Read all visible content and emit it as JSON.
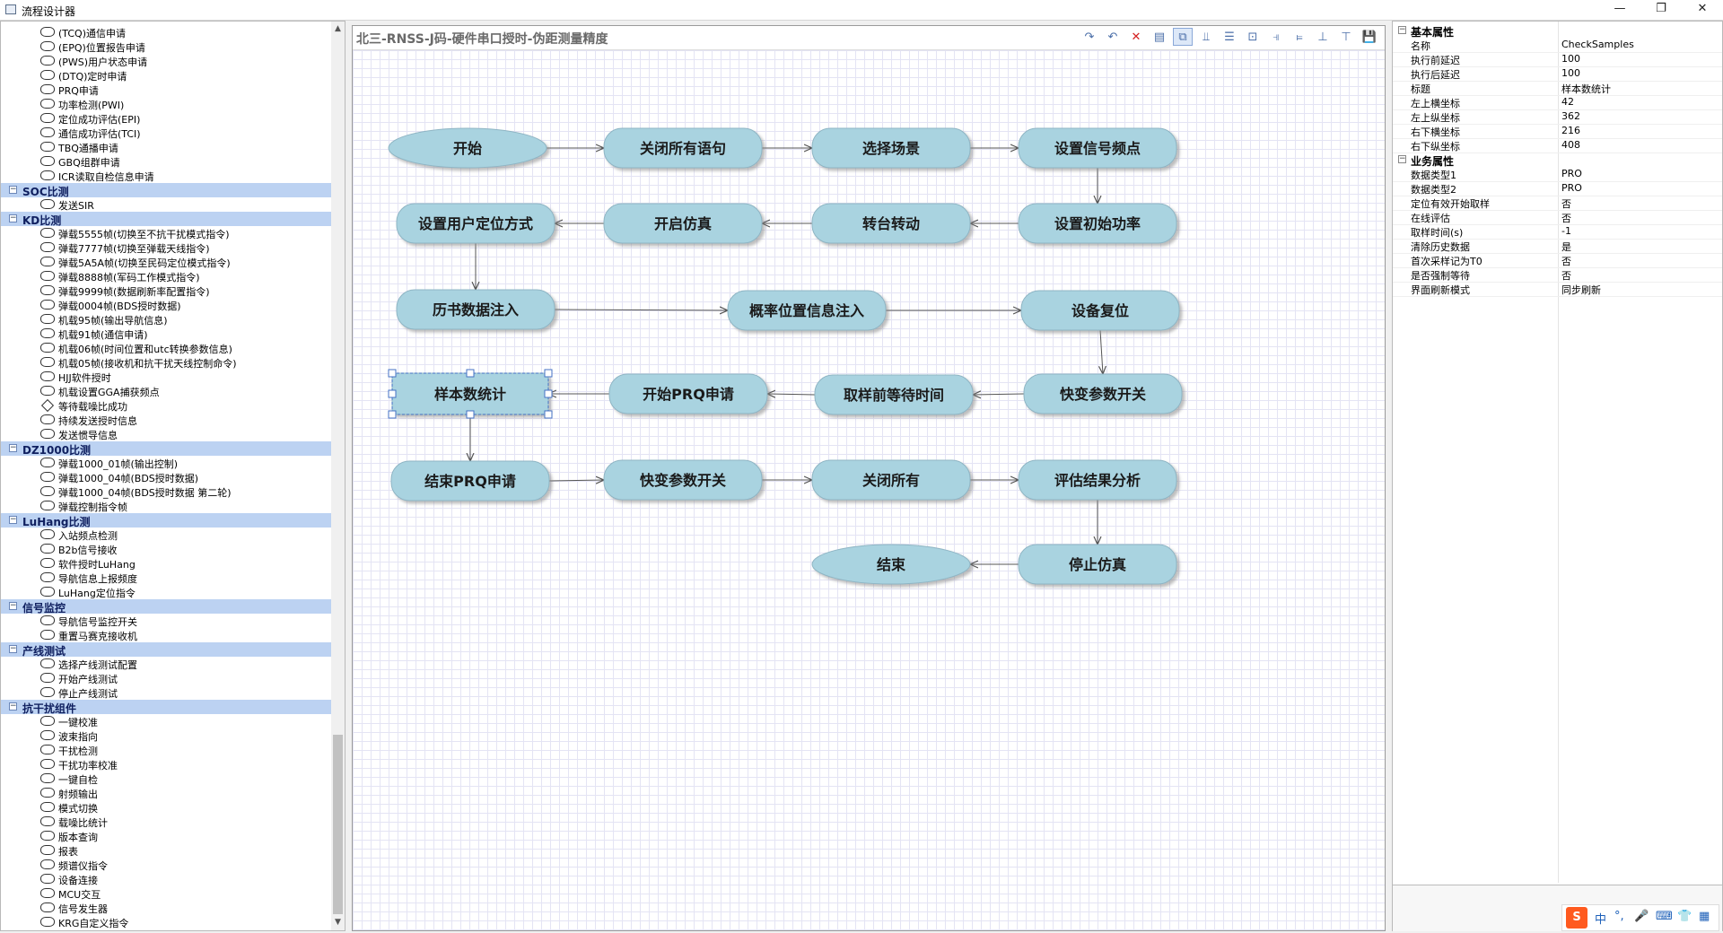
{
  "window": {
    "title": "流程设计器",
    "buttons": {
      "minimize": "—",
      "restore": "❐",
      "close": "✕"
    }
  },
  "tree": {
    "groups": [
      {
        "label": null,
        "items": [
          {
            "label": "(TCQ)通信申请"
          },
          {
            "label": "(EPQ)位置报告申请"
          },
          {
            "label": "(PWS)用户状态申请"
          },
          {
            "label": "(DTQ)定时申请"
          },
          {
            "label": "PRQ申请"
          },
          {
            "label": "功率检测(PWI)"
          },
          {
            "label": "定位成功评估(EPI)"
          },
          {
            "label": "通信成功评估(TCI)"
          },
          {
            "label": "TBQ通播申请"
          },
          {
            "label": "GBQ组群申请"
          },
          {
            "label": "ICR读取自检信息申请"
          }
        ]
      },
      {
        "label": "SOC比测",
        "items": [
          {
            "label": "发送SIR"
          }
        ]
      },
      {
        "label": "KD比测",
        "items": [
          {
            "label": "弹载5555帧(切换至不抗干扰模式指令)"
          },
          {
            "label": "弹载7777帧(切换至弹载天线指令)"
          },
          {
            "label": "弹载5A5A帧(切换至民码定位模式指令)"
          },
          {
            "label": "弹载8888帧(军码工作模式指令)"
          },
          {
            "label": "弹载9999帧(数据刷新率配置指令)"
          },
          {
            "label": "弹载0004帧(BDS授时数据)"
          },
          {
            "label": "机载95帧(输出导航信息)"
          },
          {
            "label": "机载91帧(通信申请)"
          },
          {
            "label": "机载06帧(时间位置和utc转换参数信息)"
          },
          {
            "label": "机载05帧(接收机和抗干扰天线控制命令)"
          },
          {
            "label": "HJJ软件授时"
          },
          {
            "label": "机载设置GGA捕获频点"
          },
          {
            "label": "等待载噪比成功",
            "diamond": true
          },
          {
            "label": "持续发送授时信息"
          },
          {
            "label": "发送惯导信息"
          }
        ]
      },
      {
        "label": "DZ1000比测",
        "items": [
          {
            "label": "弹载1000_01帧(输出控制)"
          },
          {
            "label": "弹载1000_04帧(BDS授时数据)"
          },
          {
            "label": "弹载1000_04帧(BDS授时数据 第二轮)"
          },
          {
            "label": "弹载控制指令帧"
          }
        ]
      },
      {
        "label": "LuHang比测",
        "items": [
          {
            "label": "入站频点检测"
          },
          {
            "label": "B2b信号接收"
          },
          {
            "label": "软件授时LuHang"
          },
          {
            "label": "导航信息上报频度"
          },
          {
            "label": "LuHang定位指令"
          }
        ]
      },
      {
        "label": "信号监控",
        "items": [
          {
            "label": "导航信号监控开关"
          },
          {
            "label": "重置马赛克接收机"
          }
        ]
      },
      {
        "label": "产线测试",
        "items": [
          {
            "label": "选择产线测试配置"
          },
          {
            "label": "开始产线测试"
          },
          {
            "label": "停止产线测试"
          }
        ]
      },
      {
        "label": "抗干扰组件",
        "items": [
          {
            "label": "一键校准"
          },
          {
            "label": "波束指向"
          },
          {
            "label": "干扰检测"
          },
          {
            "label": "干扰功率校准"
          },
          {
            "label": "一键自检"
          },
          {
            "label": "射频输出"
          },
          {
            "label": "模式切换"
          },
          {
            "label": "载噪比统计"
          },
          {
            "label": "版本查询"
          },
          {
            "label": "报表"
          },
          {
            "label": "频谱仪指令"
          },
          {
            "label": "设备连接"
          },
          {
            "label": "MCU交互"
          },
          {
            "label": "信号发生器"
          },
          {
            "label": "KRG自定义指令"
          }
        ]
      }
    ]
  },
  "canvas": {
    "title": "北三-RNSS-J码-硬件串口授时-伪距测量精度",
    "toolbar": [
      {
        "icon": "redo-icon",
        "glyph": "↷"
      },
      {
        "icon": "undo-icon",
        "glyph": "↶"
      },
      {
        "icon": "delete-icon",
        "glyph": "✕",
        "color": "#d42020"
      },
      {
        "icon": "paste-icon",
        "glyph": "▤"
      },
      {
        "icon": "copy-icon",
        "glyph": "⧉",
        "selected": true
      },
      {
        "icon": "align-top-icon",
        "glyph": "⫫"
      },
      {
        "icon": "align-middle-icon",
        "glyph": "☰"
      },
      {
        "icon": "fit-icon",
        "glyph": "⊡"
      },
      {
        "icon": "align-right-icon",
        "glyph": "⫣"
      },
      {
        "icon": "align-left-icon",
        "glyph": "⫢"
      },
      {
        "icon": "align-bottom-icon",
        "glyph": "⊥"
      },
      {
        "icon": "align-top2-icon",
        "glyph": "⊤"
      },
      {
        "icon": "save-icon",
        "glyph": "💾"
      }
    ],
    "nodes": [
      {
        "id": "start",
        "label": "开始",
        "shape": "ellipse"
      },
      {
        "id": "close_all_stmt",
        "label": "关闭所有语句",
        "shape": "round"
      },
      {
        "id": "select_scene",
        "label": "选择场景",
        "shape": "round"
      },
      {
        "id": "set_freq",
        "label": "设置信号频点",
        "shape": "round"
      },
      {
        "id": "set_user_mode",
        "label": "设置用户定位方式",
        "shape": "round"
      },
      {
        "id": "start_sim",
        "label": "开启仿真",
        "shape": "round"
      },
      {
        "id": "turntable",
        "label": "转台转动",
        "shape": "round"
      },
      {
        "id": "set_power",
        "label": "设置初始功率",
        "shape": "round"
      },
      {
        "id": "ephemeris",
        "label": "历书数据注入",
        "shape": "round"
      },
      {
        "id": "prob_pos",
        "label": "概率位置信息注入",
        "shape": "round"
      },
      {
        "id": "reset",
        "label": "设备复位",
        "shape": "round"
      },
      {
        "id": "samples",
        "label": "样本数统计",
        "shape": "rect",
        "selected": true
      },
      {
        "id": "start_prq",
        "label": "开始PRQ申请",
        "shape": "round"
      },
      {
        "id": "wait_time",
        "label": "取样前等待时间",
        "shape": "round"
      },
      {
        "id": "fast_param1",
        "label": "快变参数开关",
        "shape": "round"
      },
      {
        "id": "end_prq",
        "label": "结束PRQ申请",
        "shape": "round"
      },
      {
        "id": "fast_param2",
        "label": "快变参数开关",
        "shape": "round"
      },
      {
        "id": "close_all",
        "label": "关闭所有",
        "shape": "round"
      },
      {
        "id": "eval",
        "label": "评估结果分析",
        "shape": "round"
      },
      {
        "id": "end",
        "label": "结束",
        "shape": "ellipse"
      },
      {
        "id": "stop_sim",
        "label": "停止仿真",
        "shape": "round"
      }
    ]
  },
  "properties": {
    "categories": [
      {
        "label": "基本属性",
        "rows": [
          {
            "key": "名称",
            "value": "CheckSamples"
          },
          {
            "key": "执行前延迟",
            "value": "100"
          },
          {
            "key": "执行后延迟",
            "value": "100"
          },
          {
            "key": "标题",
            "value": "样本数统计"
          },
          {
            "key": "左上横坐标",
            "value": "42"
          },
          {
            "key": "左上纵坐标",
            "value": "362"
          },
          {
            "key": "右下横坐标",
            "value": "216"
          },
          {
            "key": "右下纵坐标",
            "value": "408"
          }
        ]
      },
      {
        "label": "业务属性",
        "rows": [
          {
            "key": "数据类型1",
            "value": "PRO"
          },
          {
            "key": "数据类型2",
            "value": "PRO"
          },
          {
            "key": "定位有效开始取样",
            "value": "否"
          },
          {
            "key": "在线评估",
            "value": "否"
          },
          {
            "key": "取样时间(s)",
            "value": "-1"
          },
          {
            "key": "清除历史数据",
            "value": "是"
          },
          {
            "key": "首次采样记为T0",
            "value": "否"
          },
          {
            "key": "是否强制等待",
            "value": "否"
          },
          {
            "key": "界面刷新模式",
            "value": "同步刷新"
          }
        ]
      }
    ]
  },
  "ime": {
    "logo": "S",
    "lang": "中",
    "punct": "°,",
    "mic": "🎤",
    "keyboard": "⌨",
    "shirt": "👕",
    "grid": "▦"
  },
  "colors": {
    "node_fill": "#a9d3e0",
    "node_stroke": "#8fb5c4",
    "category_bg": "#bcd2f2",
    "grid": "#e4e4f4",
    "selection": "#4472c4"
  }
}
